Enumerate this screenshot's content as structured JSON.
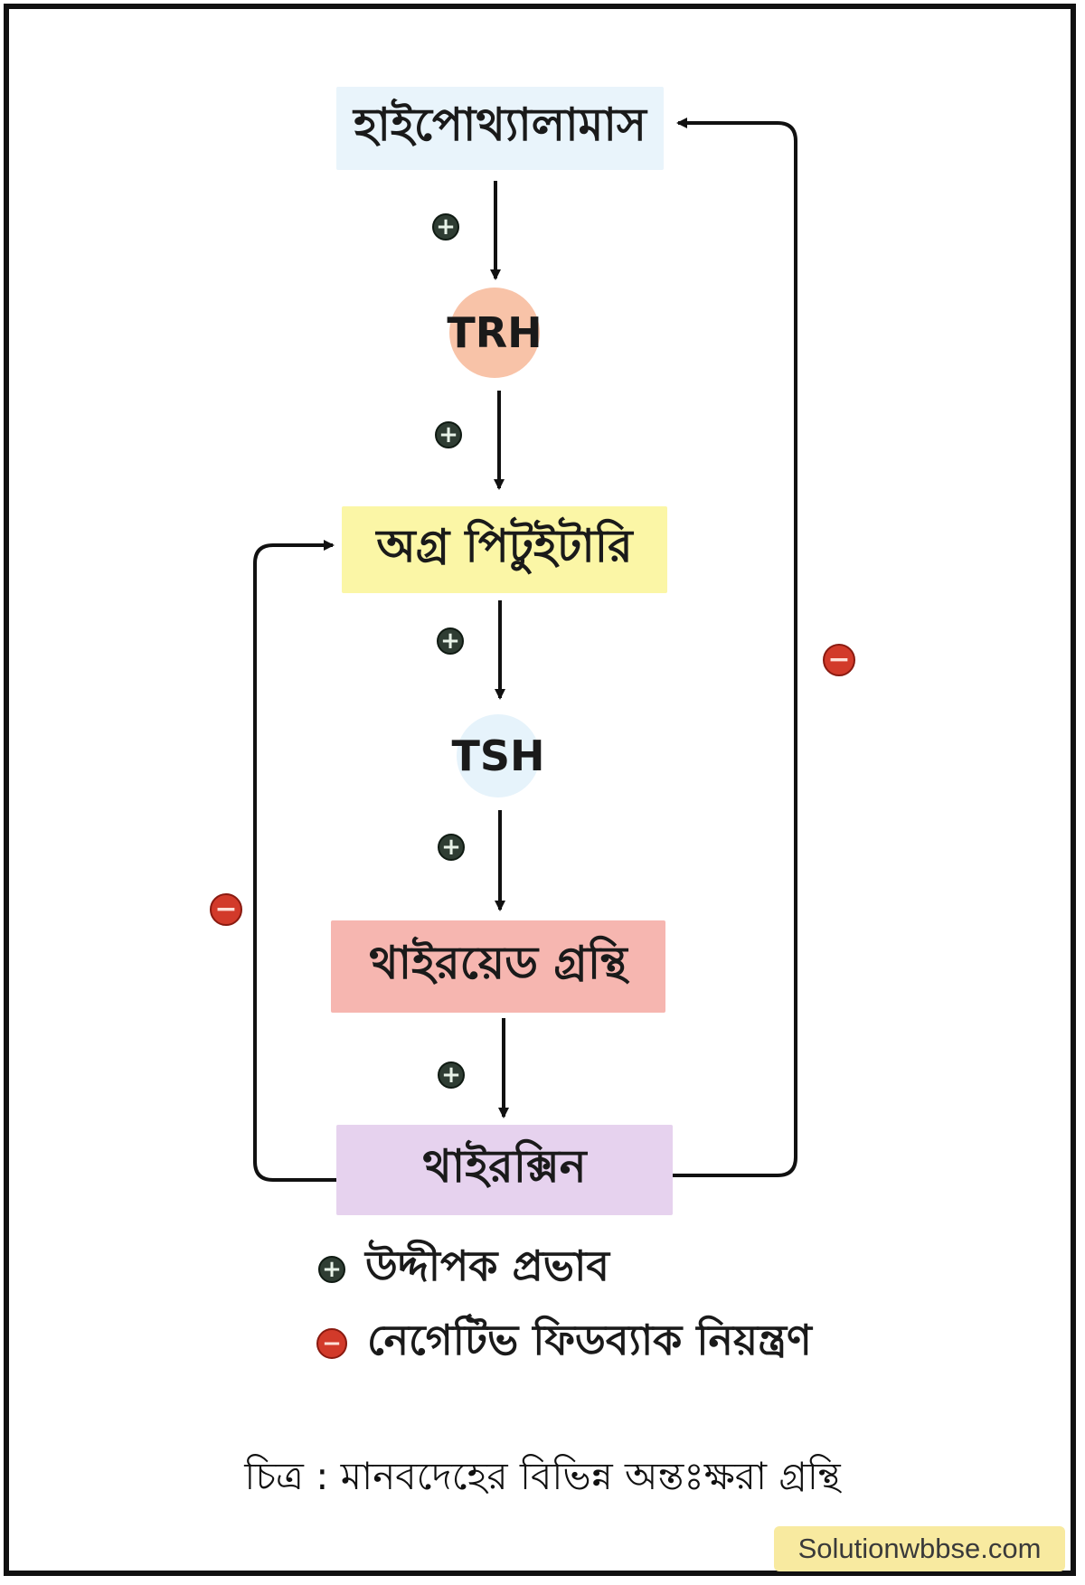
{
  "nodes": {
    "hypothalamus": "হাইপোথ্যালামাস",
    "trh": "TRH",
    "anterior_pituitary": "অগ্র পিটুইটারি",
    "tsh": "TSH",
    "thyroid_gland": "থাইরয়েড গ্রন্থি",
    "thyroxine": "থাইরক্সিন"
  },
  "legend": {
    "stimulatory_effect": "উদ্দীপক প্রভাব",
    "negative_feedback": "নেগেটিভ ফিডব্যাক নিয়ন্ত্রণ"
  },
  "signs": {
    "plus": "+",
    "minus": "−"
  },
  "caption": "চিত্র : মানবদেহের বিভিন্ন অন্তঃক্ষরা গ্রন্থি",
  "watermark": "Solutionwbbse.com",
  "colors": {
    "hypothalamus_bg": "#e9f4fb",
    "trh_bg": "#f8c3a8",
    "pituitary_bg": "#fbf6a6",
    "tsh_bg": "#e6f3fb",
    "thyroid_bg": "#f6b6b0",
    "thyroxine_bg": "#e6d2ee",
    "plus_sign": "#2f3d33",
    "minus_sign": "#d23a2a",
    "watermark_bg": "#f8eaa0"
  }
}
